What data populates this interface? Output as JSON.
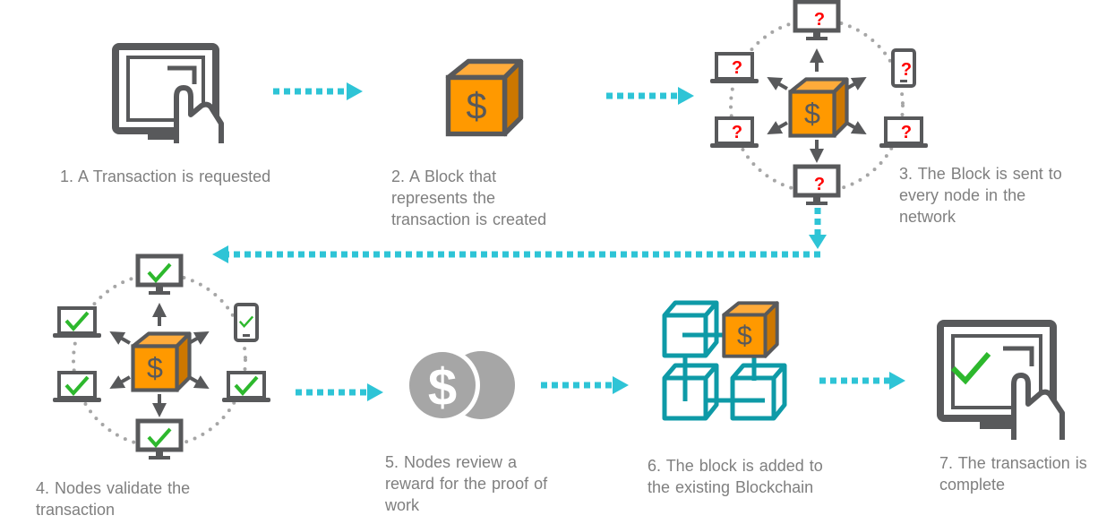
{
  "steps": [
    {
      "label": "1. A Transaction is requested"
    },
    {
      "label": "2. A Block that\nrepresents the\ntransaction is created"
    },
    {
      "label": "3. The Block is sent to\nevery node in the\nnetwork"
    },
    {
      "label": "4. Nodes validate the\ntransaction"
    },
    {
      "label": "5. Nodes review a\nreward for the proof of\nwork"
    },
    {
      "label": "6. The block is added to\nthe existing Blockchain"
    },
    {
      "label": "7. The transaction is\ncomplete"
    }
  ],
  "symbols": {
    "currency": "$",
    "unknown": "?"
  },
  "icons": [
    "tablet-hand-icon",
    "block-cube-icon",
    "network-question-icon",
    "network-check-icon",
    "coins-icon",
    "blockchain-icon",
    "tablet-check-icon"
  ],
  "colors": {
    "arrow": "#2ec4d6",
    "orange": "#ff9900",
    "dark": "#58595b",
    "chain": "#0e9aa7",
    "check": "#2db82d",
    "question": "#ff0000",
    "text": "#7f7f7f"
  }
}
